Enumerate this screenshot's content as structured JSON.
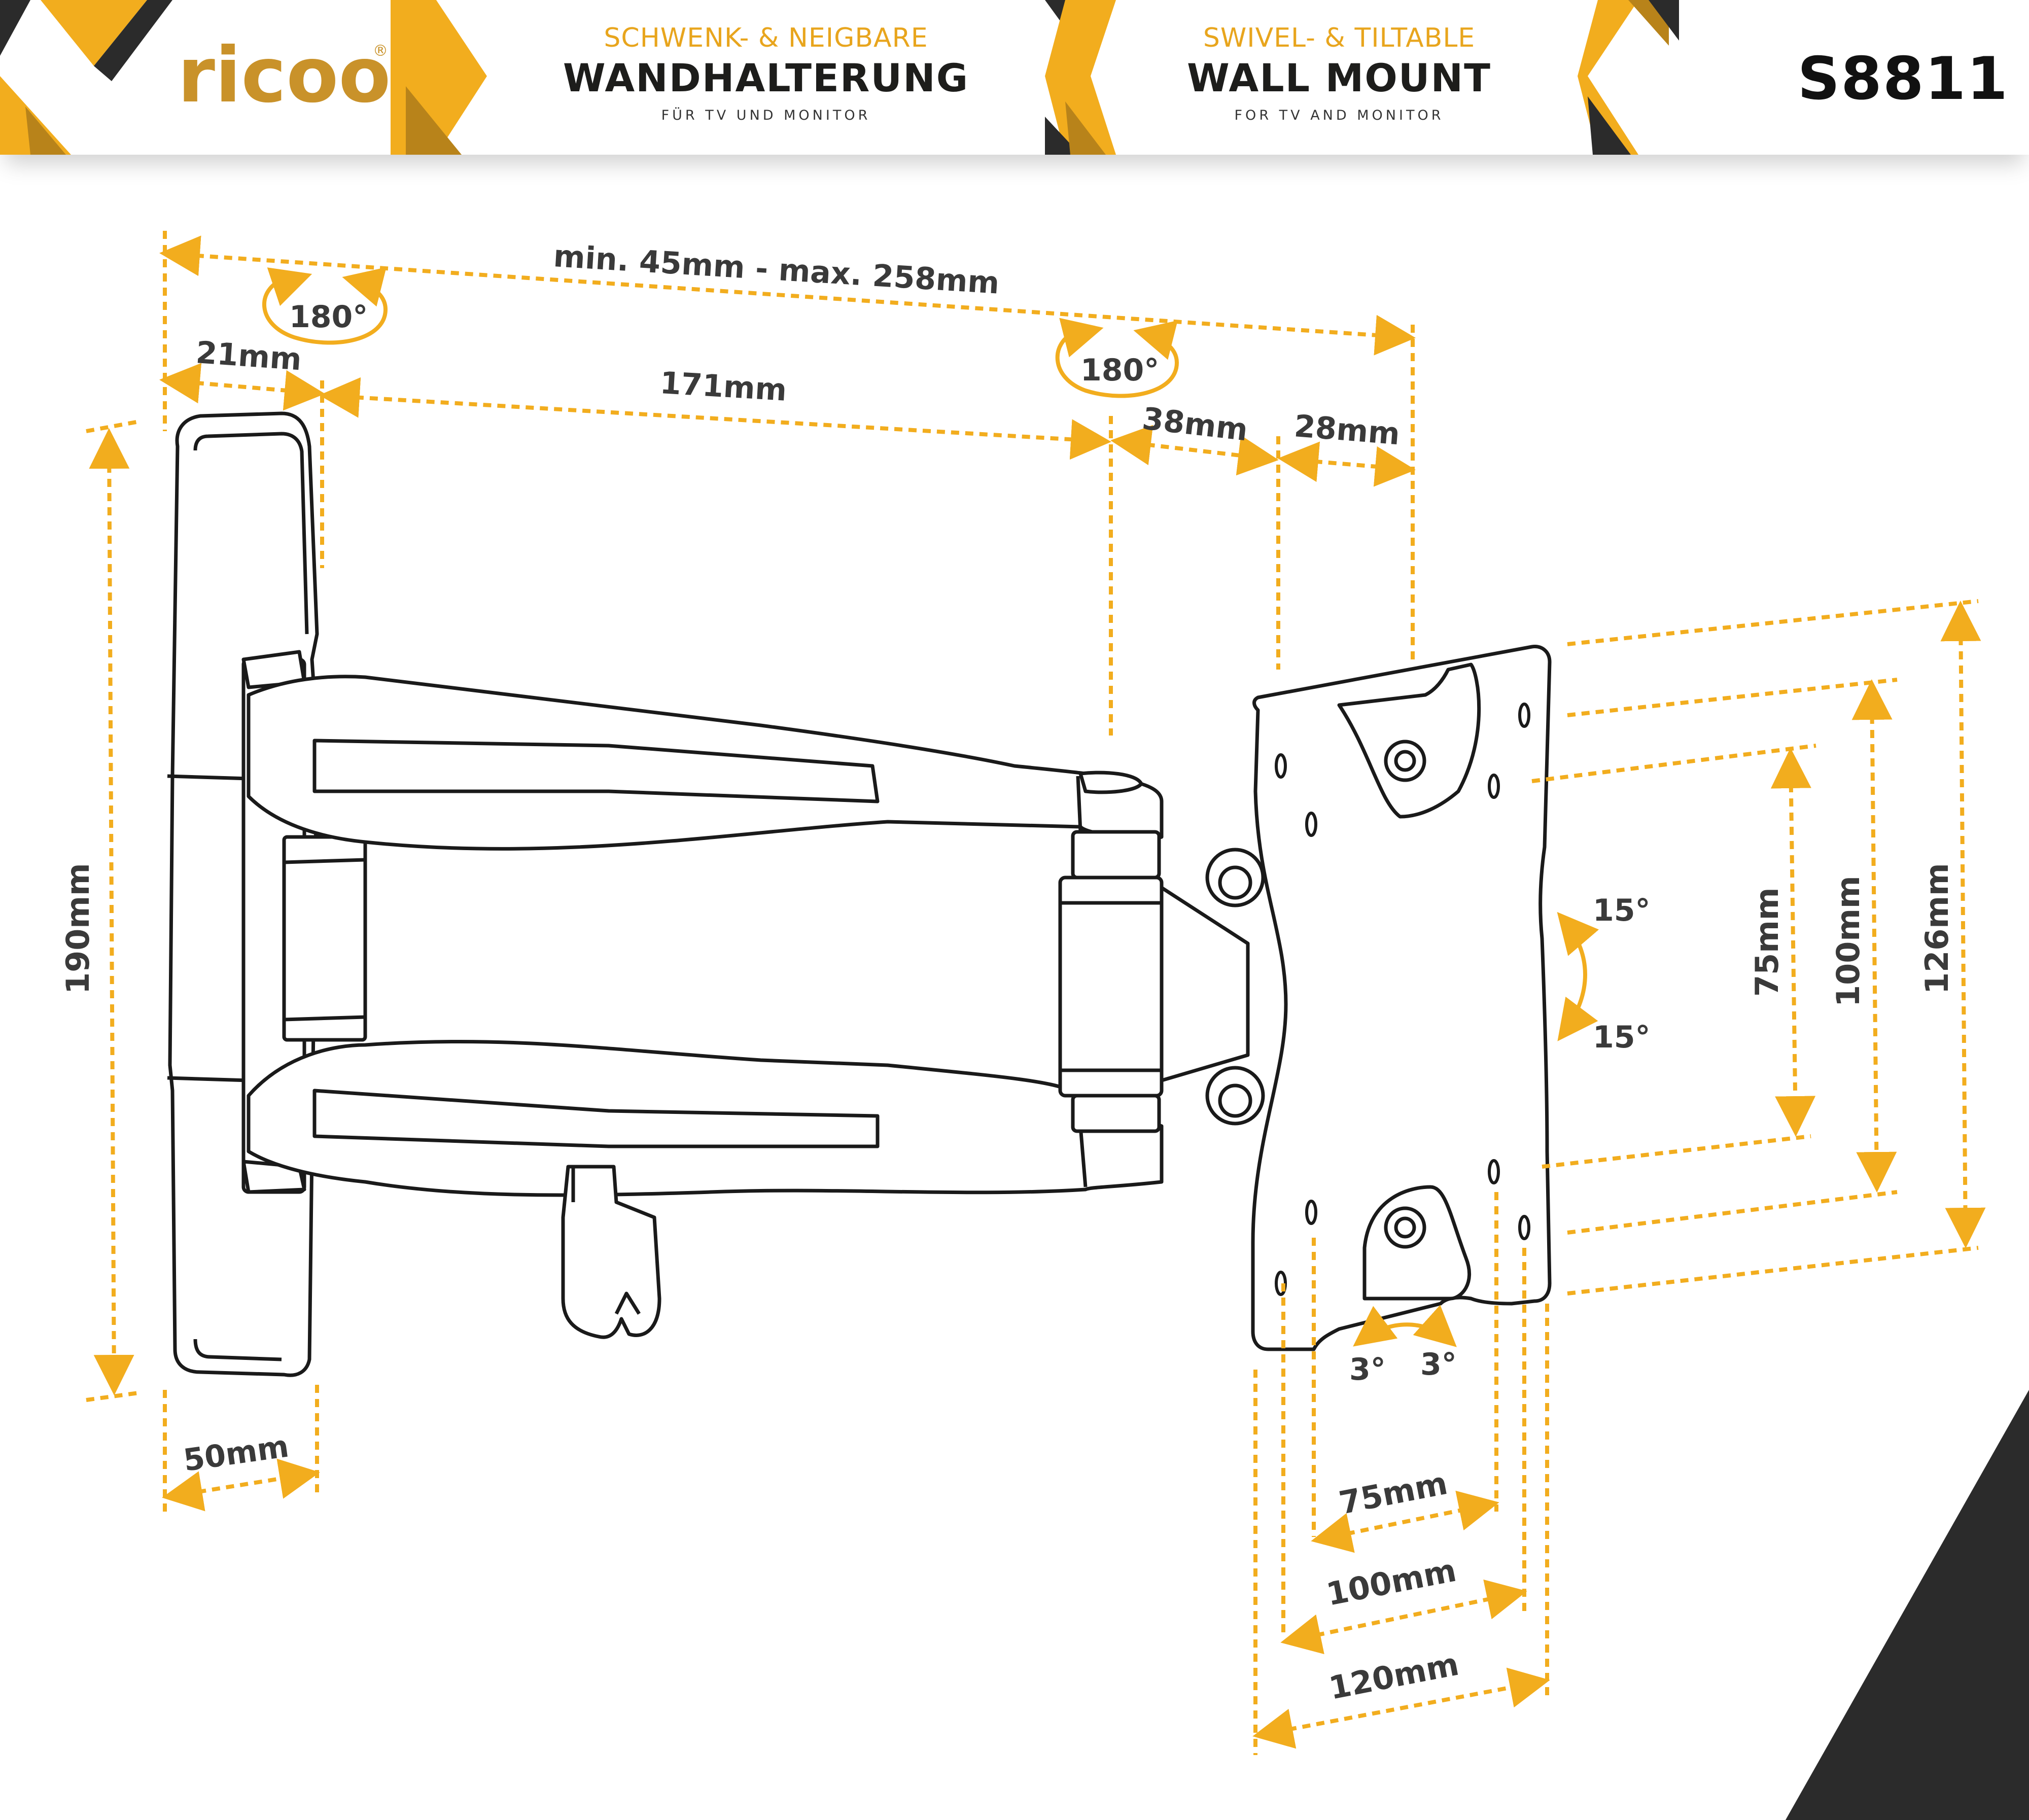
{
  "header": {
    "brand": "ricoo",
    "brand_mark": "®",
    "de_sub": "SCHWENK- & NEIGBARE",
    "de_title": "WANDHALTERUNG",
    "de_small": "FÜR TV UND MONITOR",
    "en_sub": "SWIVEL- & TILTABLE",
    "en_title": "WALL MOUNT",
    "en_small": "FOR TV AND MONITOR",
    "model": "S8811"
  },
  "colors": {
    "accent": "#f2ad1e",
    "accent_dark": "#b8831a",
    "dark": "#2b2b2b",
    "text": "#3a3a3a"
  },
  "dimensions": {
    "total_depth": "min. 45mm - max. 258mm",
    "rotation_wall": "180°",
    "rotation_arm": "180°",
    "wall_offset": "21mm",
    "arm_length": "171mm",
    "joint_depth": "38mm",
    "plate_depth": "28mm",
    "height": "190mm",
    "wall_plate_width": "50mm",
    "tilt_up": "15°",
    "tilt_down": "15°",
    "rotate_left": "3°",
    "rotate_right": "3°",
    "vesa_v1": "75mm",
    "vesa_v2": "100mm",
    "vesa_v3": "126mm",
    "vesa_h1": "75mm",
    "vesa_h2": "100mm",
    "vesa_h3": "120mm"
  }
}
